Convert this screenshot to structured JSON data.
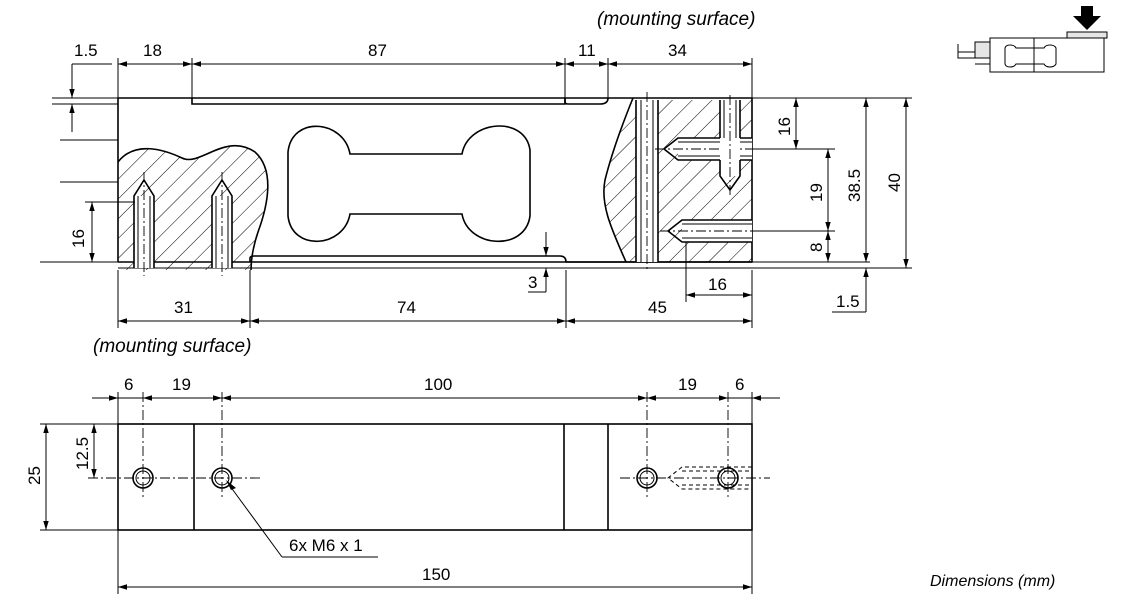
{
  "labels": {
    "mounting_top": "(mounting surface)",
    "mounting_bottom": "(mounting surface)",
    "thread_callout": "6x M6 x 1",
    "caption": "Dimensions (mm)"
  },
  "side_view": {
    "top_dims": [
      "1.5",
      "18",
      "87",
      "11",
      "34"
    ],
    "bottom_dims": [
      "31",
      "74",
      "45"
    ],
    "left_dim": "16",
    "gap_dim": "3",
    "right_dims": [
      "16",
      "19",
      "8",
      "38.5",
      "40"
    ],
    "bottom_right_dims": [
      "16",
      "1.5"
    ]
  },
  "top_view": {
    "top_dims": [
      "6",
      "19",
      "100",
      "19",
      "6"
    ],
    "left_dims": [
      "25",
      "12.5"
    ],
    "overall_length": "150"
  }
}
